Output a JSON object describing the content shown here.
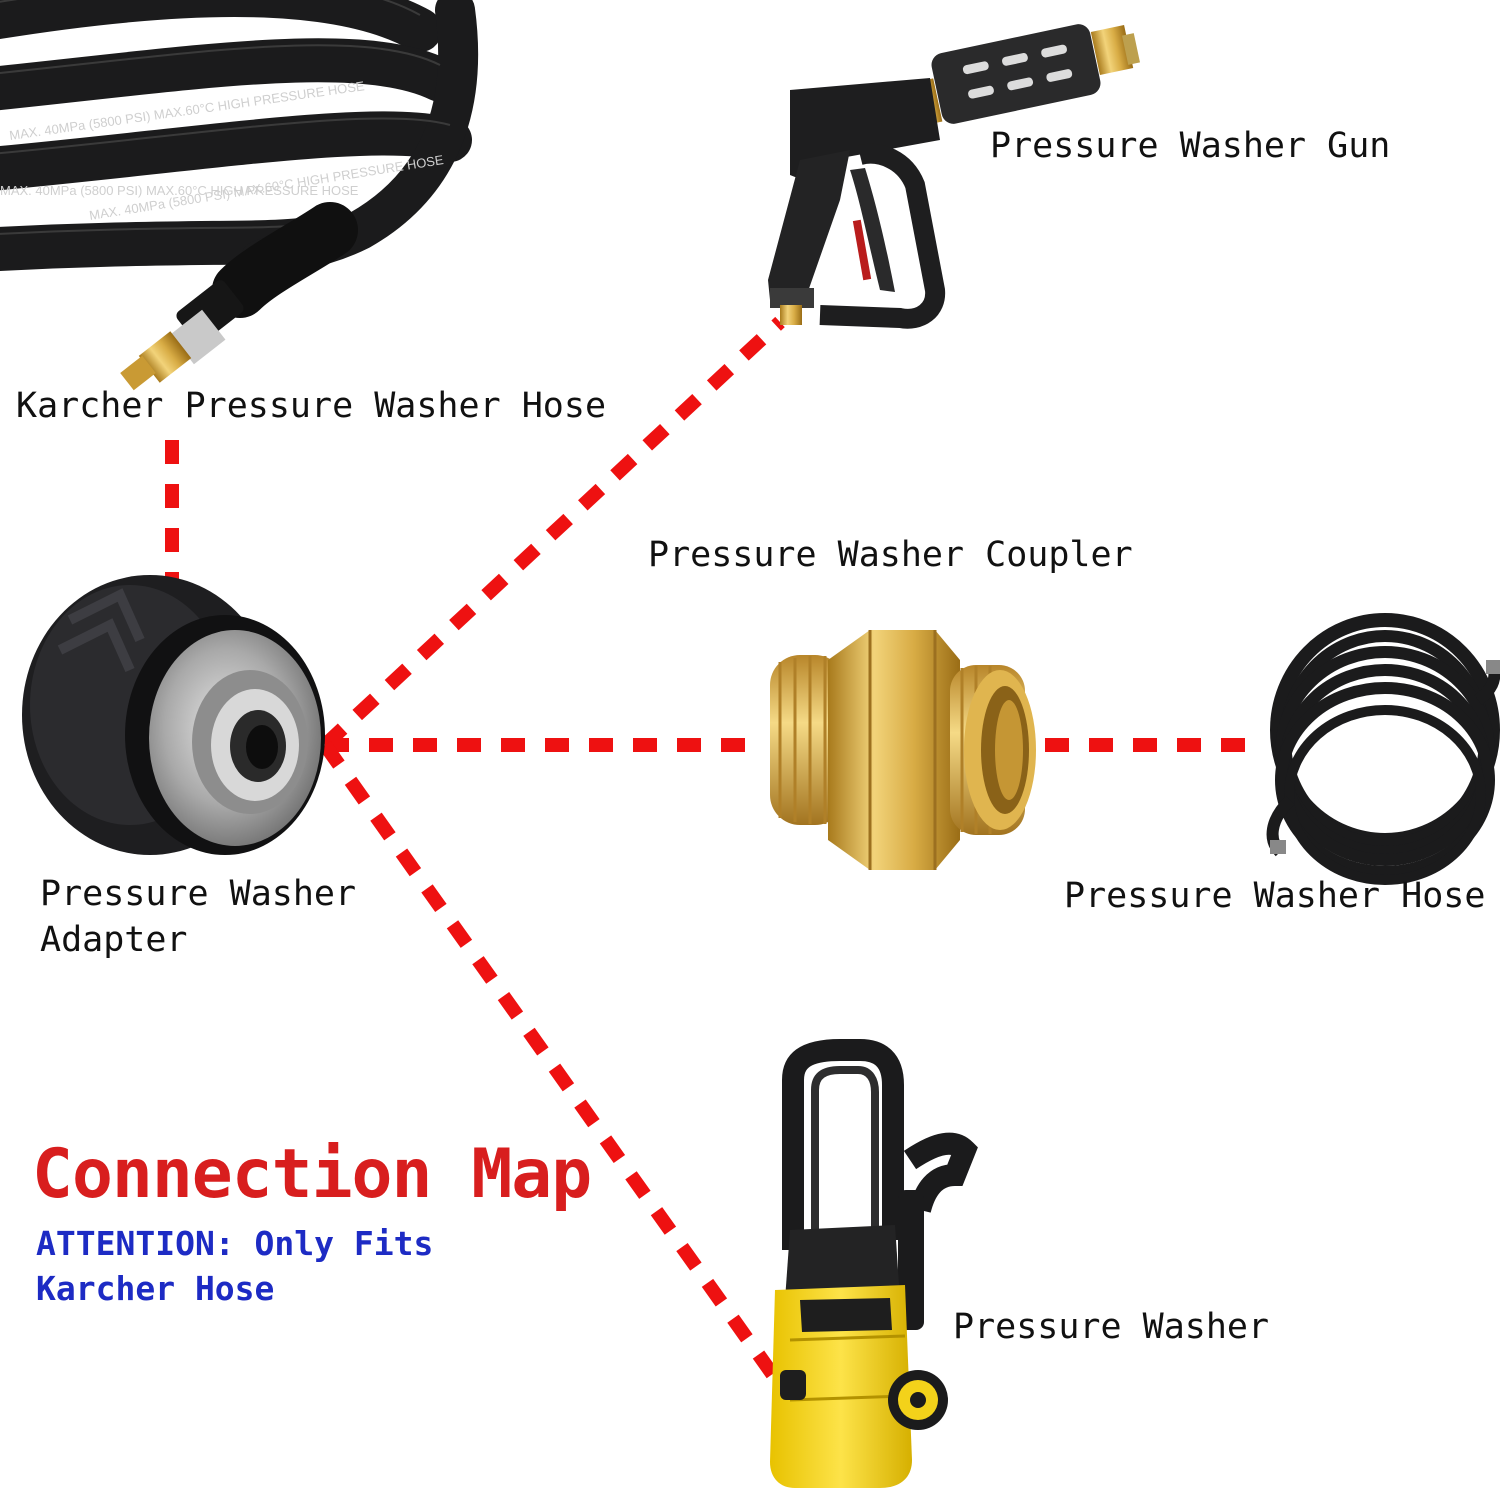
{
  "colors": {
    "connector": "#ee1111",
    "title": "#d81e1e",
    "attention": "#1d2bc4",
    "rubber": "#1b1b1c",
    "brass": "#d4a93e",
    "yellow": "#f3d21a"
  },
  "labels": {
    "karcher_hose": "Karcher Pressure Washer Hose",
    "gun": "Pressure Washer Gun",
    "coupler": "Pressure Washer Coupler",
    "hose": "Pressure Washer Hose",
    "adapter_line1": "Pressure Washer",
    "adapter_line2": "Adapter",
    "washer": "Pressure Washer"
  },
  "title": "Connection Map",
  "attention": {
    "line1": "ATTENTION: Only Fits",
    "line2": "Karcher Hose"
  },
  "hose_print": {
    "spec": "MAX. 40MPa (5800 PSI) MAX.60°C HIGH PRESSURE HOSE"
  },
  "icons": [
    "karcher-hose-icon",
    "spray-gun-icon",
    "adapter-icon",
    "brass-coupler-icon",
    "coiled-hose-icon",
    "pressure-washer-icon"
  ]
}
